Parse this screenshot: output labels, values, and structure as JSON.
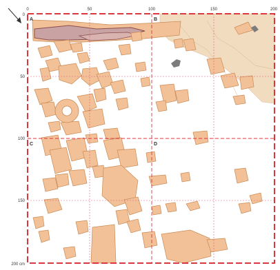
{
  "figure": {
    "top_scale_labels": [
      "0",
      "50",
      "100",
      "150",
      "200"
    ],
    "left_scale_labels": [
      "0",
      "50",
      "100",
      "150"
    ],
    "bottom_left_label": "200 cm",
    "section_labels": [
      "A",
      "B",
      "C",
      "D"
    ]
  },
  "colors": {
    "frame": "#d9363e",
    "grid": "#e05a7a",
    "sherd_fill": "#f3c197",
    "sherd_stroke": "#c98a55",
    "gray_stone": "#7c7c7c",
    "mauve_fragment": "#c9a3a3",
    "bedrock_area": "#f2dcc0"
  },
  "icons": {
    "north_arrow": "north-arrow-icon"
  }
}
